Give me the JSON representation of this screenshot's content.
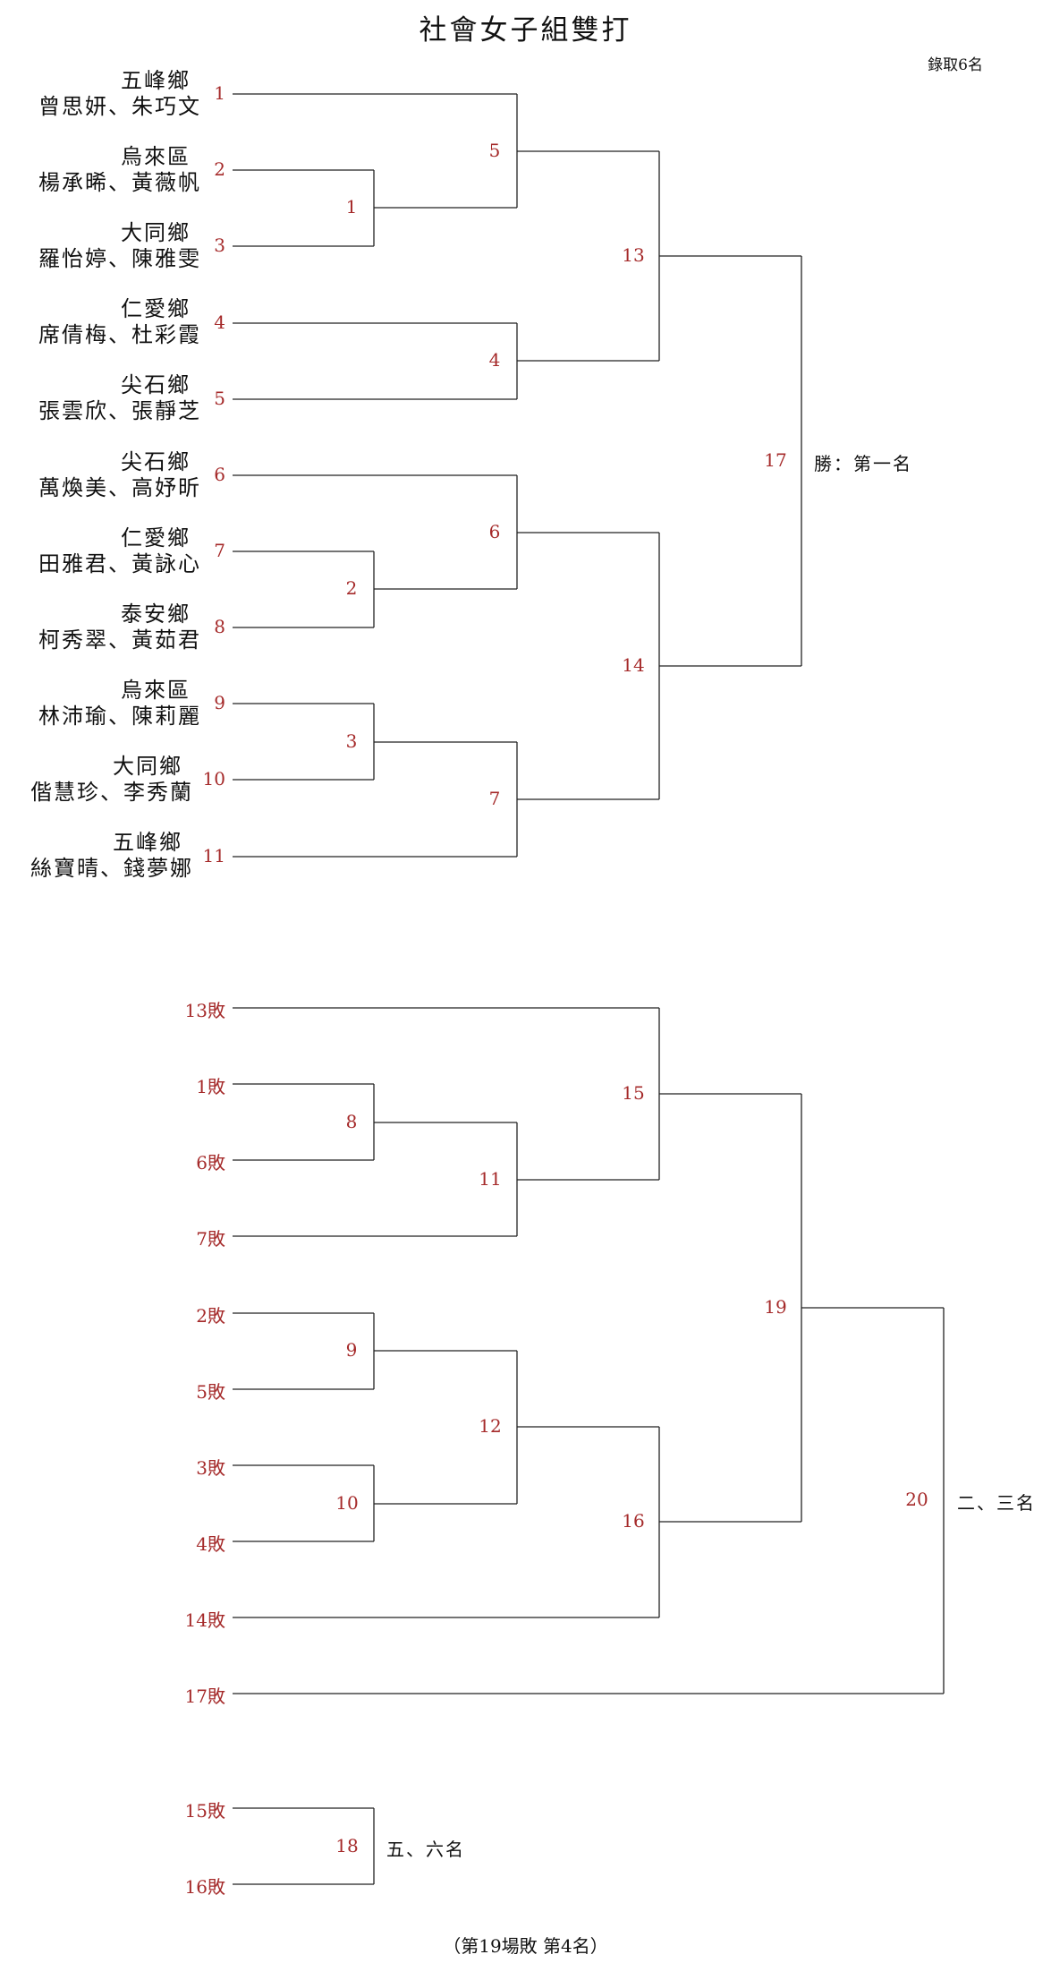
{
  "title": "社會女子組雙打",
  "note": "錄取6名",
  "teams": [
    {
      "seed": "1",
      "unit": "五峰鄉",
      "players": "曾思妍、朱巧文"
    },
    {
      "seed": "2",
      "unit": "烏來區",
      "players": "楊承晞、黃薇帆"
    },
    {
      "seed": "3",
      "unit": "大同鄉",
      "players": "羅怡婷、陳雅雯"
    },
    {
      "seed": "4",
      "unit": "仁愛鄉",
      "players": "席倩梅、杜彩霞"
    },
    {
      "seed": "5",
      "unit": "尖石鄉",
      "players": "張雲欣、張靜芝"
    },
    {
      "seed": "6",
      "unit": "尖石鄉",
      "players": "萬煥美、高妤昕"
    },
    {
      "seed": "7",
      "unit": "仁愛鄉",
      "players": "田雅君、黃詠心"
    },
    {
      "seed": "8",
      "unit": "泰安鄉",
      "players": "柯秀翠、黃茹君"
    },
    {
      "seed": "9",
      "unit": "烏來區",
      "players": "林沛瑜、陳莉麗"
    },
    {
      "seed": "10",
      "unit": "大同鄉",
      "players": "偕慧珍、李秀蘭"
    },
    {
      "seed": "11",
      "unit": "五峰鄉",
      "players": "絲寶晴、錢夢娜"
    }
  ],
  "main_matches": [
    "1",
    "2",
    "3",
    "4",
    "5",
    "6",
    "7",
    "13",
    "14",
    "17"
  ],
  "winner_label": "勝：第一名",
  "loser_entries": [
    "13敗",
    "1敗",
    "6敗",
    "7敗",
    "2敗",
    "5敗",
    "3敗",
    "4敗",
    "14敗",
    "17敗"
  ],
  "loser_matches": [
    "8",
    "9",
    "10",
    "11",
    "12",
    "15",
    "16",
    "19",
    "20"
  ],
  "second_third_label": "二、三名",
  "fifth_entries": [
    "15敗",
    "16敗"
  ],
  "fifth_match": "18",
  "fifth_label": "五、六名",
  "footer": "（第19場敗 第4名）"
}
